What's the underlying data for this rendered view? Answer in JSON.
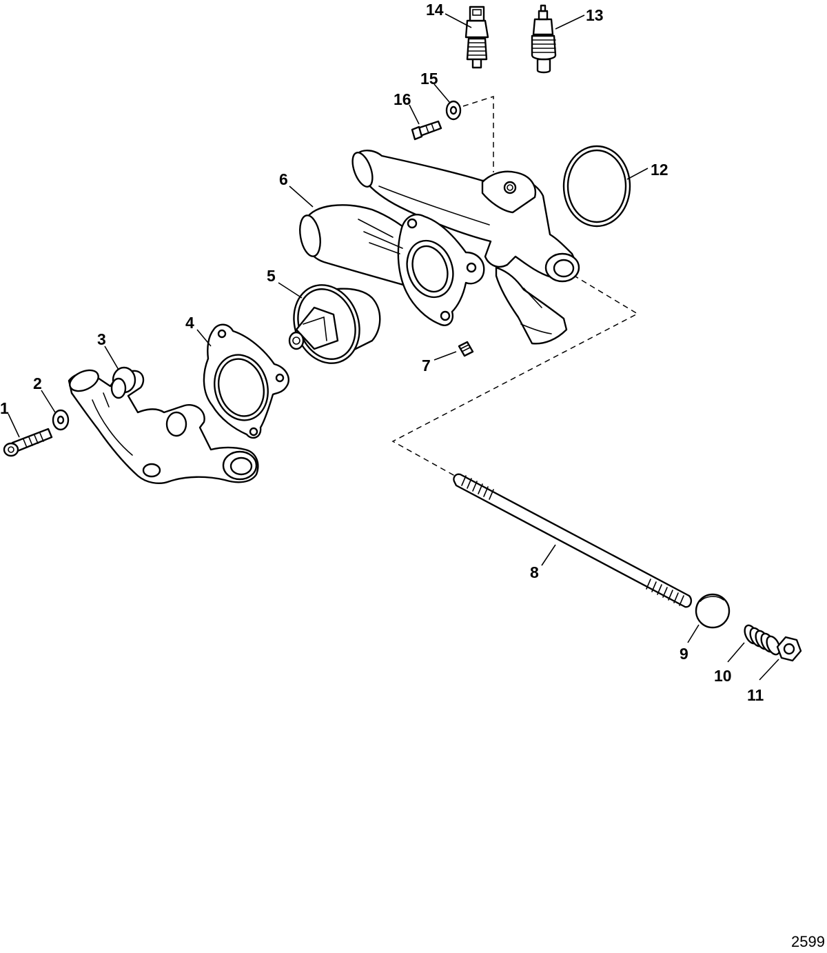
{
  "figure_number": "2599",
  "callouts": [
    {
      "id": "1",
      "label": "1"
    },
    {
      "id": "2",
      "label": "2"
    },
    {
      "id": "3",
      "label": "3"
    },
    {
      "id": "4",
      "label": "4"
    },
    {
      "id": "5",
      "label": "5"
    },
    {
      "id": "6",
      "label": "6"
    },
    {
      "id": "7",
      "label": "7"
    },
    {
      "id": "8",
      "label": "8"
    },
    {
      "id": "9",
      "label": "9"
    },
    {
      "id": "10",
      "label": "10"
    },
    {
      "id": "11",
      "label": "11"
    },
    {
      "id": "12",
      "label": "12"
    },
    {
      "id": "13",
      "label": "13"
    },
    {
      "id": "14",
      "label": "14"
    },
    {
      "id": "15",
      "label": "15"
    },
    {
      "id": "16",
      "label": "16"
    }
  ],
  "colors": {
    "line": "#000000",
    "background": "#ffffff"
  }
}
